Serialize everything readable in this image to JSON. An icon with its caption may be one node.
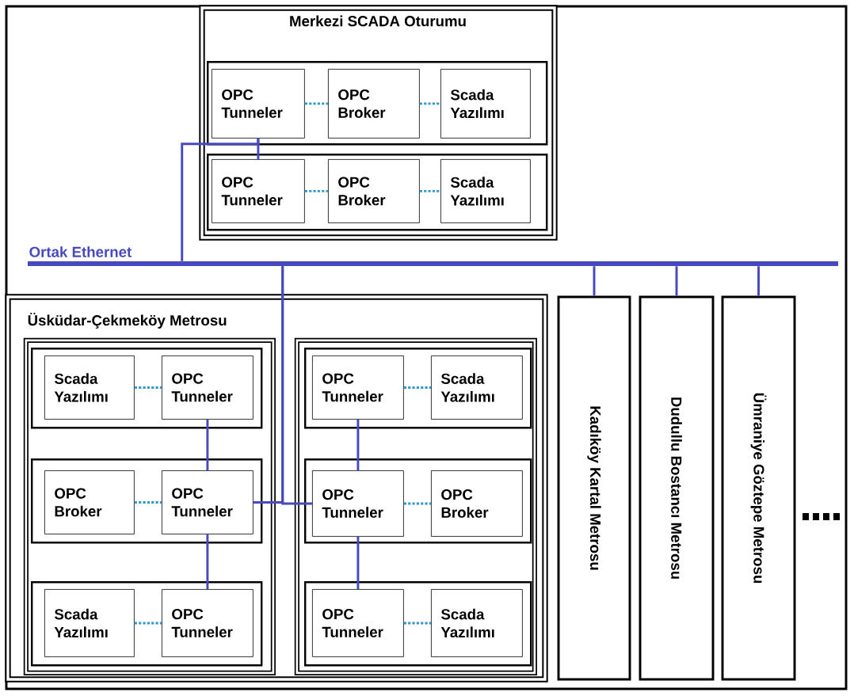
{
  "diagram": {
    "nodes": [
      {
        "text": [
          "Merkezi SCADA Oturumu"
        ]
      },
      {
        "text": [],
        "shape": "box",
        "in": 0
      },
      {
        "text": [
          "OPC Tunneler"
        ],
        "in": 1
      },
      {
        "text": [
          "OPC Broker"
        ],
        "in": 1
      },
      {
        "text": [
          "Scada Yazılımı"
        ],
        "in": 1
      },
      {
        "text": [],
        "shape": "box",
        "in": 0
      },
      {
        "text": [
          "OPC Tunneler"
        ],
        "in": 5
      },
      {
        "text": [
          "OPC Broker"
        ],
        "in": 5
      },
      {
        "text": [
          "Scada Yazılımı"
        ],
        "in": 5
      },
      {
        "text": [
          "Ortak Ethernet"
        ]
      },
      {
        "text": [
          "Üsküdar-Çekmeköy Metrosu"
        ]
      },
      {
        "text": [],
        "shape": "box",
        "in": 10
      },
      {
        "text": [],
        "shape": "box",
        "in": 11
      },
      {
        "text": [
          "Scada Yazılımı"
        ],
        "in": 12
      },
      {
        "text": [
          "OPC Tunneler"
        ],
        "in": 12
      },
      {
        "text": [],
        "shape": "box",
        "in": 11
      },
      {
        "text": [
          "OPC Broker"
        ],
        "in": 15
      },
      {
        "text": [
          "OPC Tunneler"
        ],
        "in": 15
      },
      {
        "text": [],
        "shape": "box",
        "in": 11
      },
      {
        "text": [
          "Scada Yazılımı"
        ],
        "in": 18
      },
      {
        "text": [
          "OPC Tunneler"
        ],
        "in": 18
      },
      {
        "text": [],
        "shape": "box",
        "in": 10
      },
      {
        "text": [],
        "shape": "box",
        "in": 21
      },
      {
        "text": [
          "OPC Tunneler"
        ],
        "in": 22
      },
      {
        "text": [
          "Scada Yazılımı"
        ],
        "in": 22
      },
      {
        "text": [],
        "shape": "box",
        "in": 21
      },
      {
        "text": [
          "OPC Tunneler"
        ],
        "in": 25
      },
      {
        "text": [
          "OPC Broker"
        ],
        "in": 25
      },
      {
        "text": [],
        "shape": "box",
        "in": 21
      },
      {
        "text": [
          "OPC Tunneler"
        ],
        "in": 28
      },
      {
        "text": [
          "Scada Yazılımı"
        ],
        "in": 28
      },
      {
        "text": [
          "Kadıköy Kartal Metrosu"
        ]
      },
      {
        "text": [
          "Dudullu Bostancı Metrosu"
        ]
      },
      {
        "text": [
          "Ümraniye Göztepe Metrosu"
        ]
      }
    ],
    "edges": [
      {
        "from": 2,
        "to": 3,
        "arrow": "none",
        "style": "dashed",
        "color": "#3399cc"
      },
      {
        "from": 3,
        "to": 4,
        "arrow": "none",
        "style": "dashed",
        "color": "#3399cc"
      },
      {
        "from": 6,
        "to": 7,
        "arrow": "none",
        "style": "dashed",
        "color": "#3399cc"
      },
      {
        "from": 7,
        "to": 8,
        "arrow": "none",
        "style": "dashed",
        "color": "#3399cc"
      },
      {
        "from": 2,
        "to": 6,
        "arrow": "none"
      },
      {
        "from": 2,
        "to": 9,
        "arrow": "none"
      },
      {
        "from": 13,
        "to": 14,
        "arrow": "none",
        "style": "dashed",
        "color": "#3399cc"
      },
      {
        "from": 16,
        "to": 17,
        "arrow": "none",
        "style": "dashed",
        "color": "#3399cc"
      },
      {
        "from": 19,
        "to": 20,
        "arrow": "none",
        "style": "dashed",
        "color": "#3399cc"
      },
      {
        "from": 14,
        "to": 17,
        "arrow": "none"
      },
      {
        "from": 17,
        "to": 20,
        "arrow": "none"
      },
      {
        "from": 9,
        "to": 17,
        "arrow": "none"
      },
      {
        "from": 9,
        "to": 26,
        "arrow": "none"
      },
      {
        "from": 23,
        "to": 24,
        "arrow": "none",
        "style": "dashed",
        "color": "#3399cc"
      },
      {
        "from": 26,
        "to": 27,
        "arrow": "none",
        "style": "dashed",
        "color": "#3399cc"
      },
      {
        "from": 29,
        "to": 30,
        "arrow": "none",
        "style": "dashed",
        "color": "#3399cc"
      },
      {
        "from": 23,
        "to": 26,
        "arrow": "none"
      },
      {
        "from": 26,
        "to": 29,
        "arrow": "none"
      },
      {
        "from": 9,
        "to": 31,
        "arrow": "none"
      },
      {
        "from": 9,
        "to": 32,
        "arrow": "none"
      },
      {
        "from": 9,
        "to": 33,
        "arrow": "none"
      }
    ]
  }
}
